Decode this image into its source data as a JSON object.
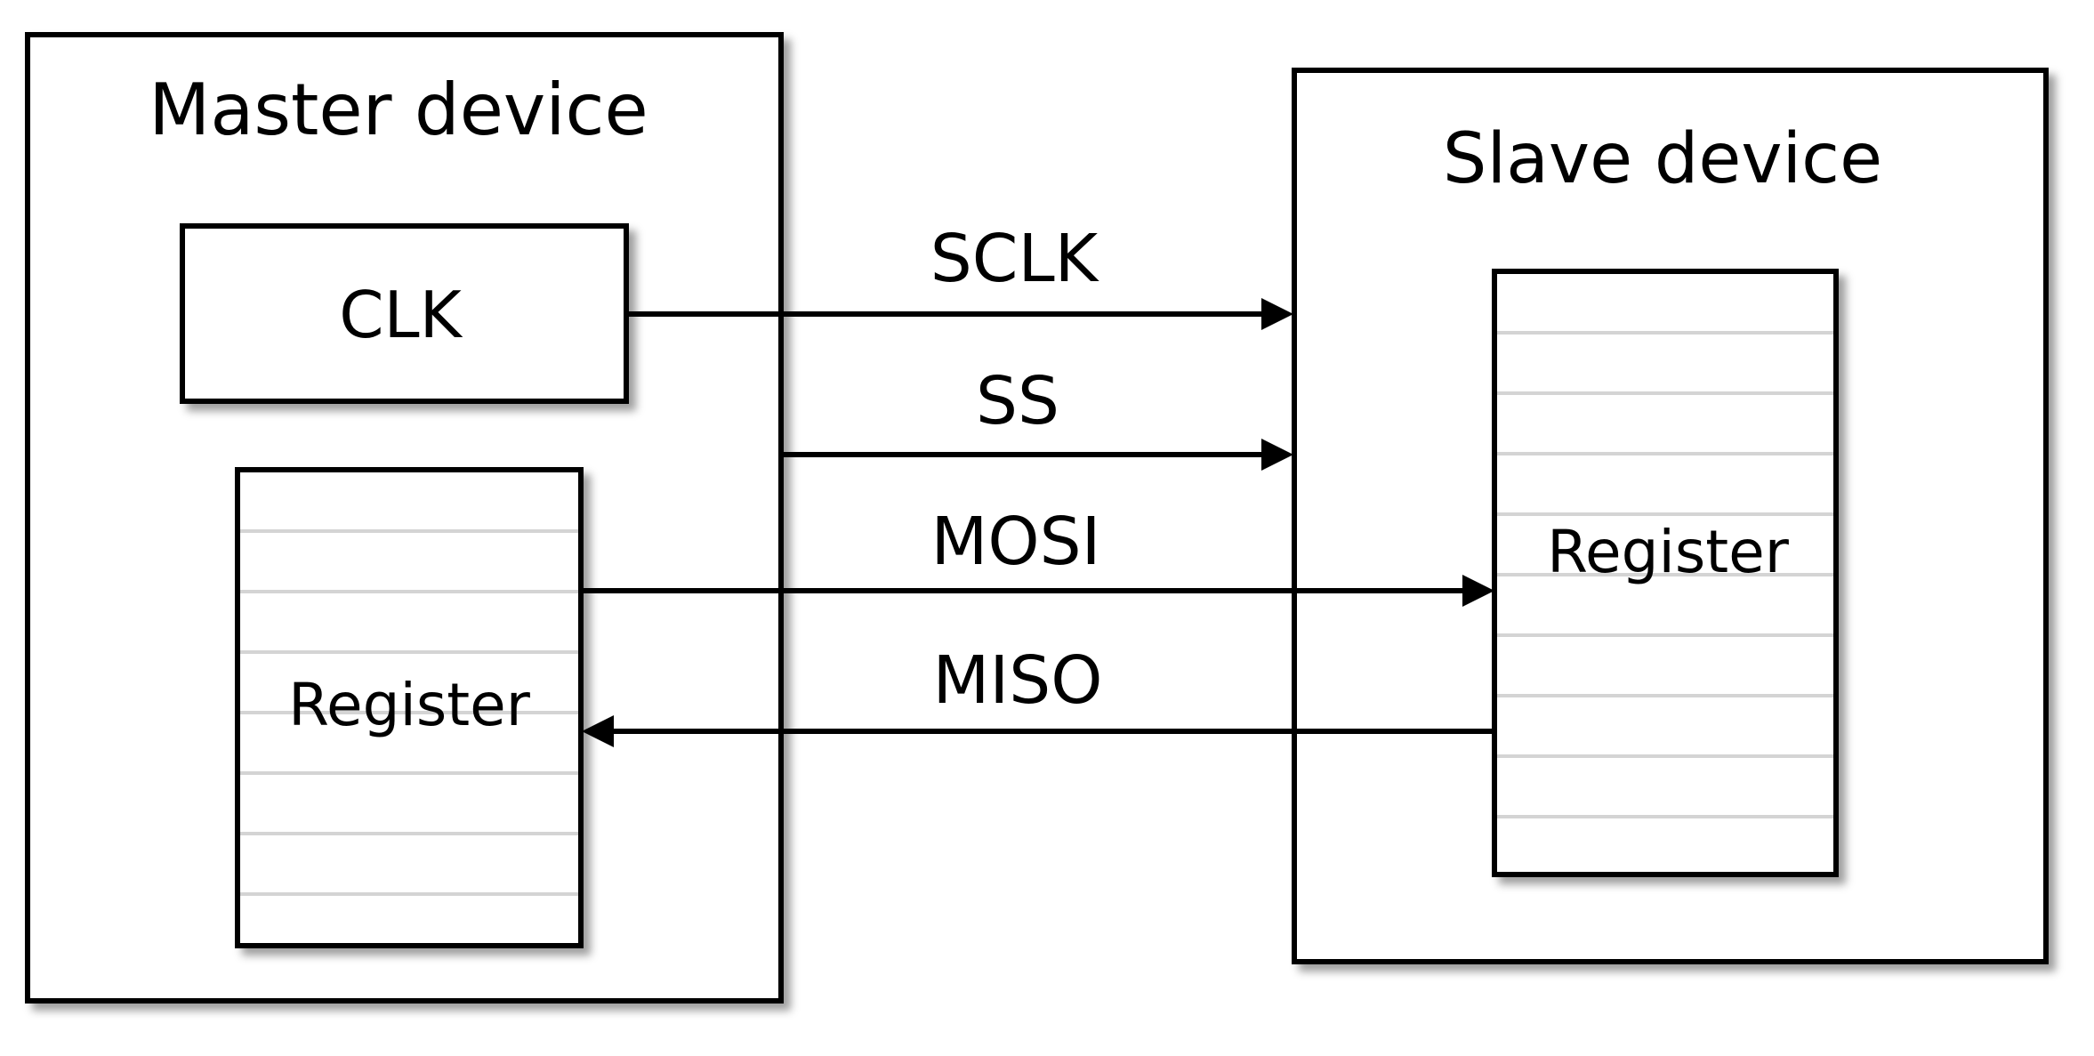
{
  "master": {
    "title": "Master device",
    "clk_label": "CLK",
    "register_label": "Register"
  },
  "slave": {
    "title": "Slave device",
    "register_label": "Register"
  },
  "signals": {
    "sclk": "SCLK",
    "ss": "SS",
    "mosi": "MOSI",
    "miso": "MISO"
  }
}
